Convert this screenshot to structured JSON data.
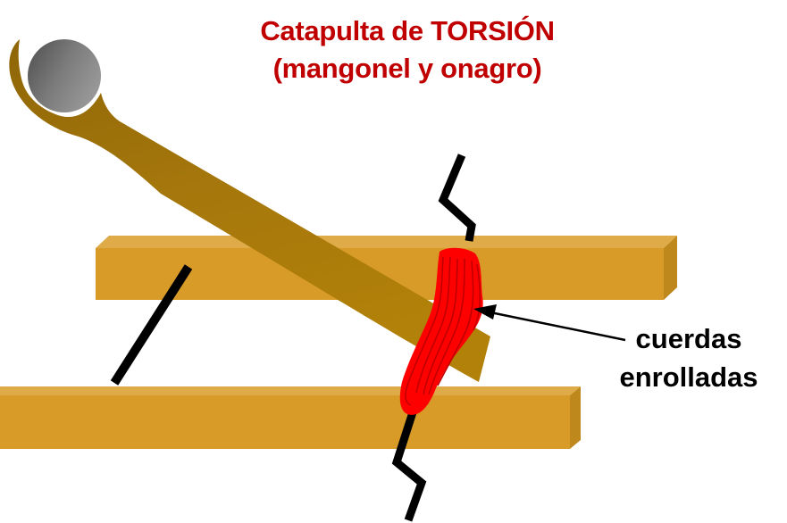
{
  "title": {
    "line1": "Catapulta de TORSIÓN",
    "line2": "(mangonel y onagro)"
  },
  "annotation": {
    "line1": "cuerdas",
    "line2": "enrolladas"
  },
  "colors": {
    "title_red": "#C00000",
    "label_black": "#000000",
    "beam_face": "#D89B28",
    "beam_top": "#DFAB48",
    "beam_side": "#BE881C",
    "arm_gold_light": "#B28109",
    "arm_gold_mid": "#A5770C",
    "arm_gold_dark": "#8E6607",
    "ball_gray_light": "#979797",
    "ball_gray_dark": "#4E4E4E",
    "rope_red": "#FF0000",
    "rope_shade": "#C00000",
    "hole_black": "#000000",
    "ink_black": "#000000",
    "background": "#FFFFFF"
  }
}
